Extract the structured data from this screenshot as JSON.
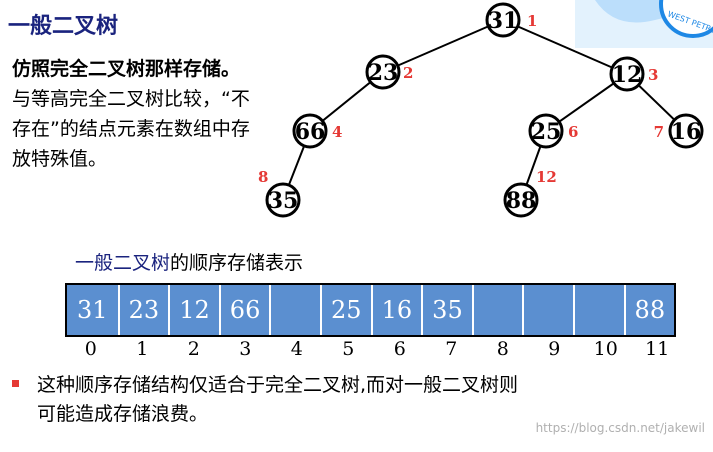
{
  "title": "一般二叉树",
  "description": {
    "bold": "仿照完全二叉树那样存储。",
    "text": "与等高完全二叉树比较，“不存在”的结点元素在数组中存放特殊值。"
  },
  "logo": {
    "text": "WEST PETRO",
    "accent": "#1e88e5"
  },
  "tree": {
    "nodes": [
      {
        "value": "31",
        "index": "1"
      },
      {
        "value": "23",
        "index": "2"
      },
      {
        "value": "12",
        "index": "3"
      },
      {
        "value": "66",
        "index": "4"
      },
      {
        "value": "25",
        "index": "6"
      },
      {
        "value": "16",
        "index": "7"
      },
      {
        "value": "35",
        "index": "8"
      },
      {
        "value": "88",
        "index": "12"
      }
    ]
  },
  "array_caption": {
    "highlight": "一般二叉树",
    "rest": "的顺序存储表示"
  },
  "array": {
    "cells": [
      "31",
      "23",
      "12",
      "66",
      "",
      "25",
      "16",
      "35",
      "",
      "",
      "",
      "88"
    ],
    "indices": [
      "0",
      "1",
      "2",
      "3",
      "4",
      "5",
      "6",
      "7",
      "8",
      "9",
      "10",
      "11"
    ]
  },
  "note": {
    "line1": "这种顺序存储结构仅适合于完全二叉树,而对一般二叉树则",
    "line2": "可能造成存储浪费。"
  },
  "watermark": "https://blog.csdn.net/jakewil",
  "colors": {
    "title": "#1a237e",
    "index_label": "#e53935",
    "array_fill": "#5b8fd0"
  }
}
